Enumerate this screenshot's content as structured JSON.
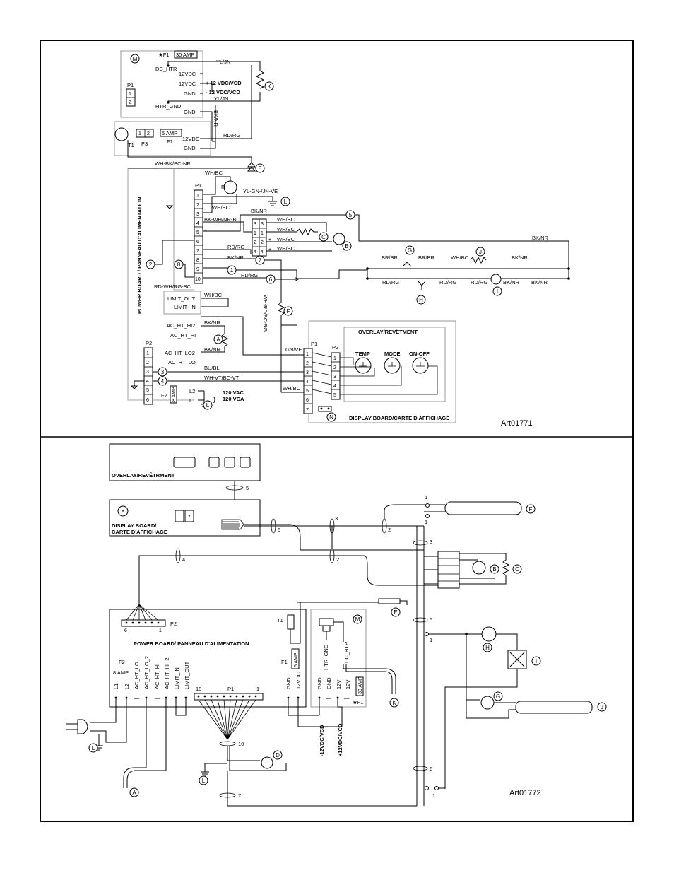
{
  "art_ids": {
    "top": "Art01771",
    "bottom": "Art01772"
  },
  "letters": {
    "A": "A",
    "B": "B",
    "C": "C",
    "D": "D",
    "E": "E",
    "F": "F",
    "G": "G",
    "H": "H",
    "I": "I",
    "J": "J",
    "K": "K",
    "L": "L",
    "M": "M",
    "N": "N"
  },
  "numbers": {
    "n1": "1",
    "n2": "2",
    "n3": "3",
    "n4": "4",
    "n5": "5",
    "n6": "6",
    "n7": "7",
    "n8": "8",
    "n9": "9",
    "n10": "10"
  },
  "top": {
    "star_f1": "★F1",
    "amp30": "30 AMP",
    "amp5": "5 AMP",
    "amp8": "8 AMP",
    "dc_htr": "DC_HTR",
    "htr_gnd": "HTR_GND",
    "v12": "12VDC",
    "plus12": "+ 12 VDC/VCD",
    "minus12": "- 12 VDC/VCD",
    "gnd": "GND",
    "yl_jn": "YL/JN",
    "bk_nr": "BK/NR",
    "rd_rg": "RD/RG",
    "wh_bc": "WH/BC",
    "wh_bk_bc_nr": "WH-BK/BC-NR",
    "yl_gn_jn_ve": "YL-GN-/JN-VE",
    "bk_wh_nr_bc": "BK-WH/NR-BC",
    "rd_wh_rg_bc": "RD-WH/RG-BC",
    "wh_rd_bc_rg": "WH-RD/BC-RG",
    "br_br": "BR/BR",
    "limit_out": "LIMIT_OUT",
    "limit_in": "LIMIT_IN",
    "ac_ht_hi2": "AC_HT_HI2",
    "ac_ht_hi": "AC_HT_HI",
    "ac_ht_lo2": "AC_HT_LO2",
    "ac_ht_lo": "AC_HT_LO",
    "bu_bl": "BU/BL",
    "gn_ve": "GN/VE",
    "wh_vt_bc_vt": "WH-VT/BC-VT",
    "l1": "L1",
    "l2": "L2",
    "f1": "F1",
    "f2": "F2",
    "p1": "P1",
    "p2": "P2",
    "p3": "P3",
    "t1": "T1",
    "vac1": "120 VAC",
    "vac2": "120 VCA",
    "power_board": "POWER BOARD / PANNEAU D'ALIMENTATION",
    "overlay": "OVERLAY/REVÊTMENT",
    "display_board": "DISPLAY BOARD/CARTE D'AFFICHAGE",
    "temp": "TEMP",
    "mode": "MODE",
    "on_off": "ON-OFF",
    "minus": "-",
    "plus": "+"
  },
  "bottom": {
    "overlay": "OVERLAY/REVÊTRMENT",
    "display1": "DISPLAY BOARD/",
    "display2": "CARTE D'AFFICHAGE",
    "power_board": "POWER BOARD/ PANNEAU D'ALIMENTATION",
    "p2": "P2",
    "p1": "P1",
    "f1": "F1",
    "f2": "F2",
    "t1": "T1",
    "amp8": "8 AMP",
    "amp5": "5 AMP",
    "amp30": "30 AMP",
    "star_f1": "★F1",
    "l1": "L1",
    "l2": "L2",
    "ac_ht_lo": "AC_HT_LO",
    "ac_ht_lo_2": "AC_HT_LO_2",
    "ac_ht_hi": "AC_HT_HI",
    "ac_ht_hi_2": "AC_HT_HI_2",
    "limit_in": "LIMIT_IN",
    "limit_out": "LIMIT_OUT",
    "gnd": "GND",
    "v12vdc": "12VDC",
    "v12v": "12V",
    "htr_gnd": "HTR_GND",
    "dc_htr": "DC_HTR",
    "neg12": "-12VDC/VCD",
    "pos12": "+12VDC/VCD",
    "dash": "—",
    "star": "*",
    "n6": "6",
    "n1": "1",
    "n10": "10"
  }
}
